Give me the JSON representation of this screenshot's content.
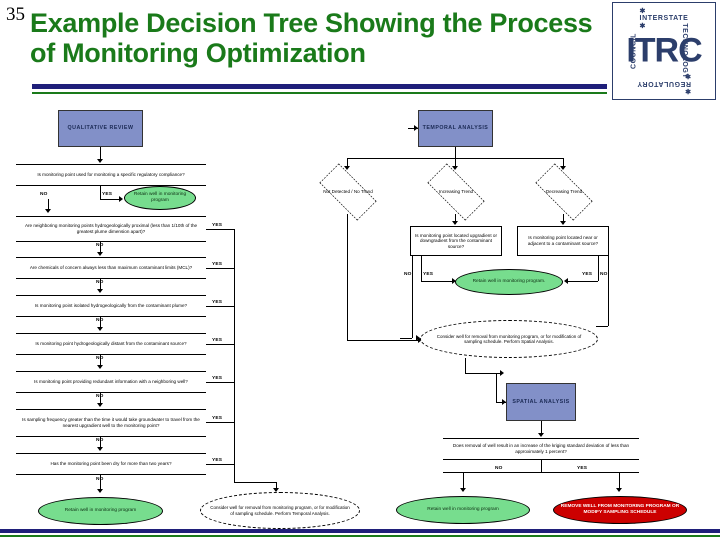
{
  "slide": {
    "number": "35",
    "title": "Example Decision Tree Showing the Process of Monitoring Optimization",
    "title_color": "#1a7a1a",
    "rule_navy_color": "#1f1f7a",
    "rule_green_color": "#1a7a1a"
  },
  "logo": {
    "mark": "ITRC",
    "word_top": "INTERSTATE",
    "word_right": "TECHNOLOGY",
    "word_bottom": "REGULATORY",
    "word_left": "COUNCIL",
    "star": "∗",
    "color": "#2c3e6b"
  },
  "diagram": {
    "qualitative": {
      "header": "QUALITATIVE REVIEW",
      "steps": [
        {
          "id": "q1",
          "text": "Is monitoring point used for monitoring a specific regulatory compliance?",
          "yes": "YES",
          "no": "NO"
        },
        {
          "id": "q2",
          "text": "Are neighboring monitoring points hydrogeologically proximal (less than 1/10th of the greatest plume dimension apart)?",
          "yes": "YES",
          "no": "NO"
        },
        {
          "id": "q3",
          "text": "Are chemicals of concern always less than maximum contaminant limits (MCL)?",
          "yes": "YES",
          "no": "NO"
        },
        {
          "id": "q4",
          "text": "Is monitoring point isolated hydrogeologically from the contaminant plume?",
          "yes": "YES",
          "no": "NO"
        },
        {
          "id": "q5",
          "text": "Is monitoring point hydrogeologically distant from the contaminant source?",
          "yes": "YES",
          "no": "NO"
        },
        {
          "id": "q6",
          "text": "Is monitoring point providing redundant information with a neighboring well?",
          "yes": "YES",
          "no": "NO"
        },
        {
          "id": "q7",
          "text": "Is sampling frequency greater than the time it would take groundwater to travel from the nearest upgradient well to the monitoring point?",
          "yes": "YES",
          "no": "NO"
        },
        {
          "id": "q8",
          "text": "Has the monitoring point been dry for more than two years?",
          "yes": "YES",
          "no": "NO"
        }
      ],
      "retain_top": "Retain well in monitoring program",
      "retain_bottom": "Retain well in monitoring program",
      "consider": "Consider well for removal from monitoring program, or for modification of sampling schedule. Perform Temporal Analysis."
    },
    "temporal": {
      "header": "TEMPORAL ANALYSIS",
      "branches": [
        {
          "label": "Not Detected / No Trend"
        },
        {
          "label": "Increasing Trend"
        },
        {
          "label": "Decreasing Trend"
        }
      ],
      "q_increasing": "Is monitoring point located upgradient or downgradient from the contaminant source?",
      "q_decreasing": "Is monitoring point located near or adjacent to a contaminant source?",
      "retain": "Retain well in monitoring program.",
      "consider": "Consider well for removal from monitoring program, or for modification of sampling schedule. Perform Spatial Analysis.",
      "yes": "YES",
      "no": "NO"
    },
    "spatial": {
      "header": "SPATIAL ANALYSIS",
      "question": "Does removal of well result in an increase of the kriging standard deviation of less than approximately 1 percent?",
      "no": "NO",
      "yes": "YES",
      "retain": "Retain well in monitoring program",
      "remove": "REMOVE WELL FROM MONITORING PROGRAM OR MODIFY SAMPLING SCHEDULE"
    }
  }
}
